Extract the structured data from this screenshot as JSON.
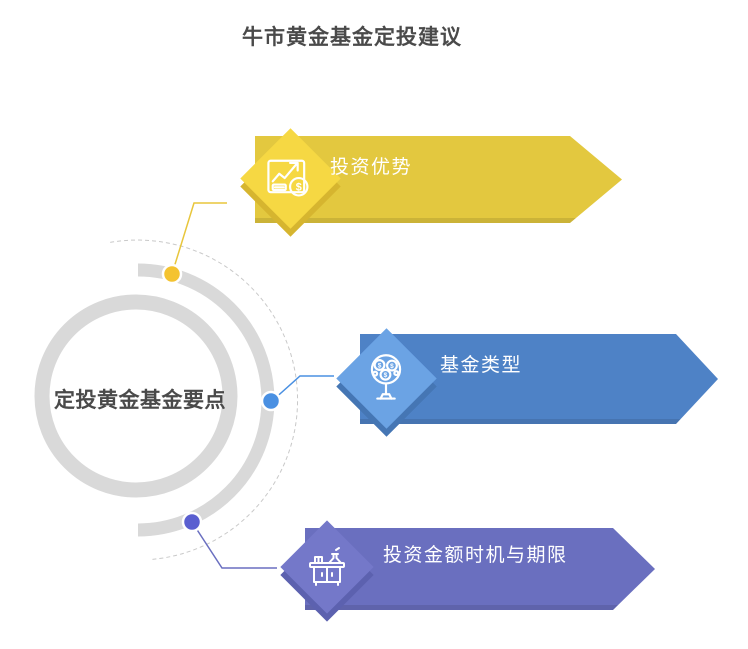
{
  "title": "牛市黄金基金定投建议",
  "center": {
    "label": "定投黄金基金要点"
  },
  "banners": [
    {
      "label": "投资优势",
      "icon": "growth-chart-coin-icon",
      "body_color": "#e3c83f",
      "diamond_color": "#f6d843",
      "dot_color": "#f4c330",
      "connector_color": "#e8c63c"
    },
    {
      "label": "基金类型",
      "icon": "money-tree-icon",
      "body_color": "#4e82c6",
      "diamond_color": "#6ba3e4",
      "dot_color": "#4a90e2",
      "connector_color": "#4a90e2"
    },
    {
      "label": "投资金额时机与期限",
      "icon": "lab-table-icon",
      "body_color": "#6a6fbf",
      "diamond_color": "#7478c9",
      "dot_color": "#5a5fd0",
      "connector_color": "#6a6fc0"
    }
  ],
  "icons": {
    "currency": "$"
  },
  "diagram": {
    "ring_color": "#d9d9d9",
    "outer_arc_color": "#d9d9d9",
    "dashed_circle_color": "#c9c9c9",
    "title_color": "#4a4a4a",
    "background": "#ffffff"
  }
}
